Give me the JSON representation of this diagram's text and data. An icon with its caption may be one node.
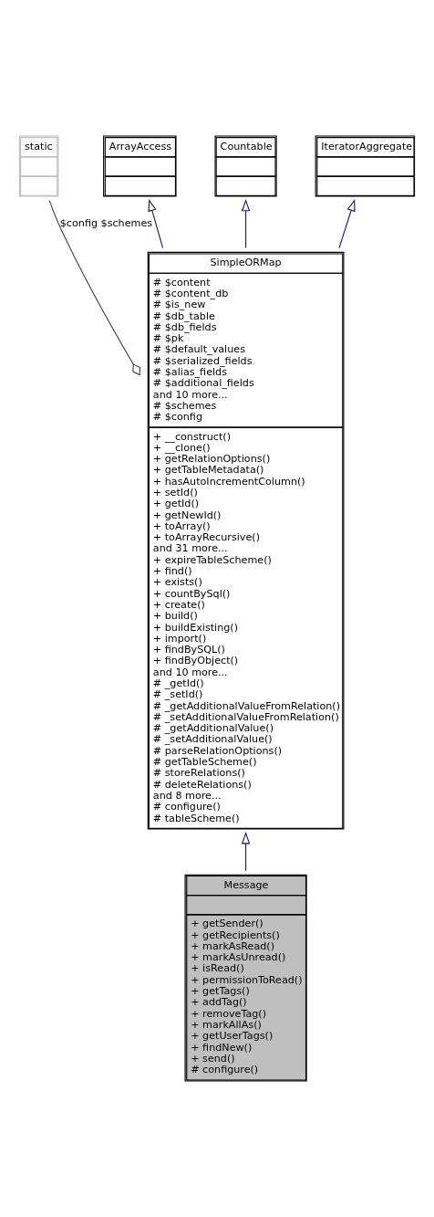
{
  "diagram": {
    "nodes": [
      {
        "text": [
          "ArrayAccess"
        ]
      },
      {
        "text": [
          "Countable"
        ]
      },
      {
        "text": [
          "IteratorAggregate"
        ]
      },
      {
        "text": [
          "static"
        ]
      },
      {
        "text": [
          "SimpleORMap",
          "# $content",
          "# $content_db",
          "# $is_new",
          "# $db_table",
          "# $db_fields",
          "# $pk",
          "# $default_values",
          "# $serialized_fields",
          "# $alias_fields",
          "# $additional_fields",
          "and 10 more...",
          "# $schemes",
          "# $config",
          "+ __construct()",
          "+ __clone()",
          "+ getRelationOptions()",
          "+ getTableMetadata()",
          "+ hasAutoIncrementColumn()",
          "+ setId()",
          "+ getId()",
          "+ getNewId()",
          "+ toArray()",
          "+ toArrayRecursive()",
          "and 31 more...",
          "+ expireTableScheme()",
          "+ find()",
          "+ exists()",
          "+ countBySql()",
          "+ create()",
          "+ build()",
          "+ buildExisting()",
          "+ import()",
          "+ findBySQL()",
          "+ findByObject()",
          "and 10 more...",
          "# _getId()",
          "# _setId()",
          "# _getAdditionalValueFromRelation()",
          "# _setAdditionalValueFromRelation()",
          "# _getAdditionalValue()",
          "# _setAdditionalValue()",
          "# parseRelationOptions()",
          "# getTableScheme()",
          "# storeRelations()",
          "# deleteRelations()",
          "and 8 more...",
          "# configure()",
          "# tableScheme()"
        ]
      },
      {
        "text": [
          "Message",
          "+ getSender()",
          "+ getRecipients()",
          "+ markAsRead()",
          "+ markAsUnread()",
          "+ isRead()",
          "+ permissionToRead()",
          "+ getTags()",
          "+ addTag()",
          "+ removeTag()",
          "+ markAllAs()",
          "+ getUserTags()",
          "+ findNew()",
          "+ send()",
          "# configure()"
        ]
      }
    ],
    "edges": [
      {
        "from": 4,
        "to": 0,
        "arrow": "to",
        "color": "#191970"
      },
      {
        "from": 4,
        "to": 1,
        "arrow": "to",
        "color": "#191970"
      },
      {
        "from": 4,
        "to": 2,
        "arrow": "to",
        "color": "#191970"
      },
      {
        "from": 3,
        "to": 4,
        "arrow": "other",
        "label": "$config $schemes"
      },
      {
        "from": 5,
        "to": 4,
        "arrow": "to",
        "color": "#191970"
      }
    ]
  }
}
